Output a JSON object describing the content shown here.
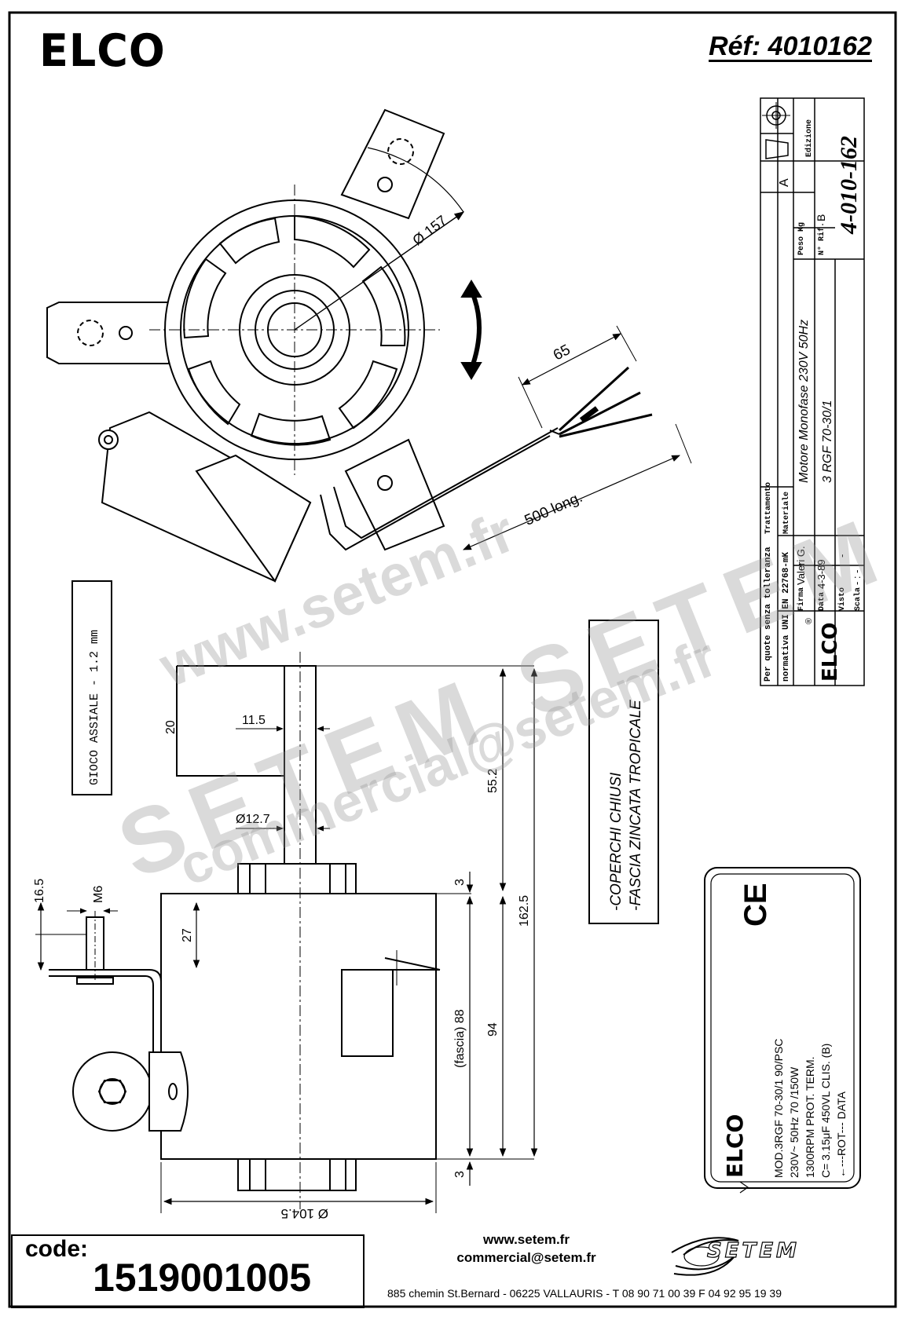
{
  "header": {
    "brand": "ELCO",
    "reference": "Réf: 4010162"
  },
  "title_block": {
    "drawing_number": "4-010-162",
    "tolerance_note_1": "Per quote senza tolleranza",
    "tolerance_note_2": "normativa UNI EN 22768-mK",
    "treatment_label": "Trattamento",
    "material_label": "Materiale",
    "weight_label": "Peso Kg",
    "ref_label": "N° Rif.",
    "ref_value": "B",
    "edition_label": "Edizione",
    "edition_value": "A",
    "description_1": "Motore Monofase 230V 50Hz",
    "description_2": "3 RGF 70-30/1",
    "signature_label": "Firma",
    "signature_value": "Valeri G.",
    "date_label": "Data",
    "date_value": "4-3-89",
    "seen_label": "Visto",
    "seen_value": "-",
    "scale_label": "Scala",
    "scale_value": "- : -",
    "company": "ELCO",
    "registered": "®"
  },
  "top_view": {
    "diameter": "Ø 157",
    "lead_length": "65",
    "cable_length": "500 long."
  },
  "side_view": {
    "axial_play": "GIOCO ASSIALE - 1.2 mm",
    "dim_20": "20",
    "dim_11_5": "11.5",
    "shaft_diameter": "Ø12.7",
    "dim_55_2": "55.2",
    "dim_162_5": "162.5",
    "dim_3_top": "3",
    "dim_3_bottom": "3",
    "dim_94": "94",
    "band_88": "(fascia) 88",
    "dim_27": "27",
    "dim_16_5": "16.5",
    "thread": "M6",
    "body_diameter": "Ø 104.5"
  },
  "notes": {
    "line_1": "-COPERCHI CHIUSI",
    "line_2": "-FASCIA ZINCATA TROPICALE"
  },
  "nameplate": {
    "ce_mark": "CE",
    "brand": "ELCO",
    "lines": [
      "MOD.3RGF 70-30/1    90/PSC",
      "230V~   50Hz    70 /150W",
      "1300RPM    PROT. TERM.",
      "C= 3.15μF  450VL    CLIS. (B)",
      "←---ROT---         DATA"
    ]
  },
  "footer": {
    "code_label": "code:",
    "code_value": "1519001005",
    "website": "www.setem.fr",
    "email": "commercial@setem.fr",
    "address": "885 chemin St.Bernard  -  06225 VALLAURIS  -  T 08 90 71 00 39   F 04 92 95 19 39",
    "logo": "SETEM"
  },
  "watermark": {
    "url": "www.setem.fr",
    "name": "SETEM  SETEM",
    "email": "commercial@setem.fr"
  }
}
